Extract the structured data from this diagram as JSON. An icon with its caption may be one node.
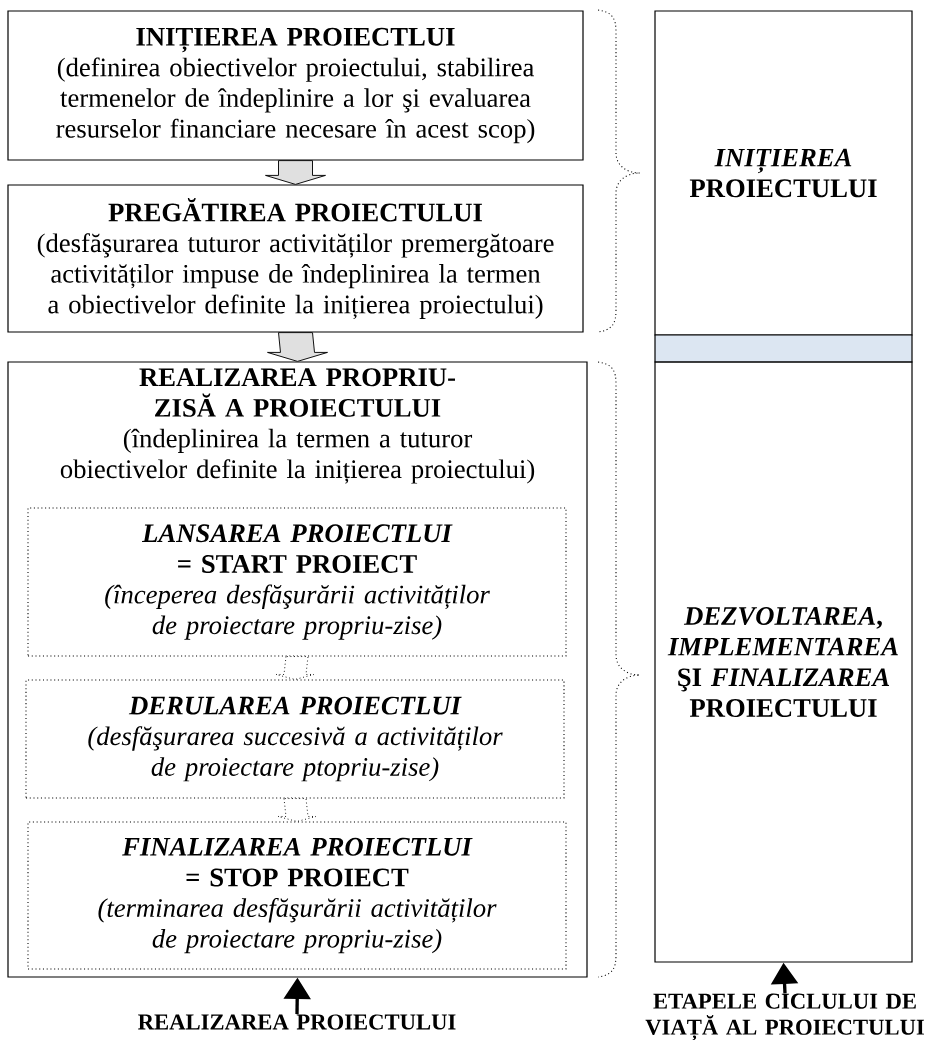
{
  "diagram": {
    "nodes": [
      {
        "text": [
          "INIȚIEREA PROIECTLUI",
          "(definirea obiectivelor proiectului, stabilirea termenelor de îndeplinire a lor şi evaluarea resurselor financiare necesare în acest scop)"
        ]
      },
      {
        "text": [
          "PREGĂTIREA PROIECTULUI",
          "(desfăşurarea tuturor activităților premergătoare activităților impuse de îndeplinirea la termen a obiectivelor definite la inițierea proiectului)"
        ]
      },
      {
        "text": [
          "REALIZAREA PROPRIU-ZISĂ A PROIECTULUI",
          "(îndeplinirea la termen a tuturor obiectivelor definite la inițierea proiectului)"
        ]
      },
      {
        "text": [
          "LANSAREA PROIECTLUI",
          "= START PROIECT",
          "(începerea desfăşurării activităților de proiectare propriu-zise)"
        ],
        "in": 2
      },
      {
        "text": [
          "DERULAREA PROIECTLUI",
          "(desfăşurarea succesivă a activităților de proiectare ptopriu-zise)"
        ],
        "in": 2
      },
      {
        "text": [
          "FINALIZAREA PROIECTLUI",
          "= STOP PROIECT",
          "(terminarea desfăşurării activităților de proiectare propriu-zise)"
        ],
        "in": 2
      },
      {
        "text": [
          "*INIȚIEREA* PROIECTULUI"
        ]
      },
      {
        "text": [],
        "shape": "bar"
      },
      {
        "text": [
          "*DEZVOLTAREA*, *IMPLEMENTAREA* ŞI *FINALIZAREA* PROIECTULUI"
        ]
      },
      {
        "text": [
          "REALIZAREA PROIECTULUI"
        ]
      },
      {
        "text": [
          "ETAPELE CICLULUI DE VIAȚĂ AL PROIECTULUI"
        ]
      }
    ],
    "edges": [
      {
        "from": 0,
        "to": 1,
        "arrow": "to",
        "style": "thick"
      },
      {
        "from": 1,
        "to": 2,
        "arrow": "to",
        "style": "thick"
      },
      {
        "from": 3,
        "to": 4,
        "arrow": "to",
        "style": "dashed"
      },
      {
        "from": 4,
        "to": 5,
        "arrow": "to",
        "style": "dashed"
      },
      {
        "from": 9,
        "to": 2,
        "arrow": "to"
      },
      {
        "from": 10,
        "to": 8,
        "arrow": "to"
      }
    ]
  }
}
